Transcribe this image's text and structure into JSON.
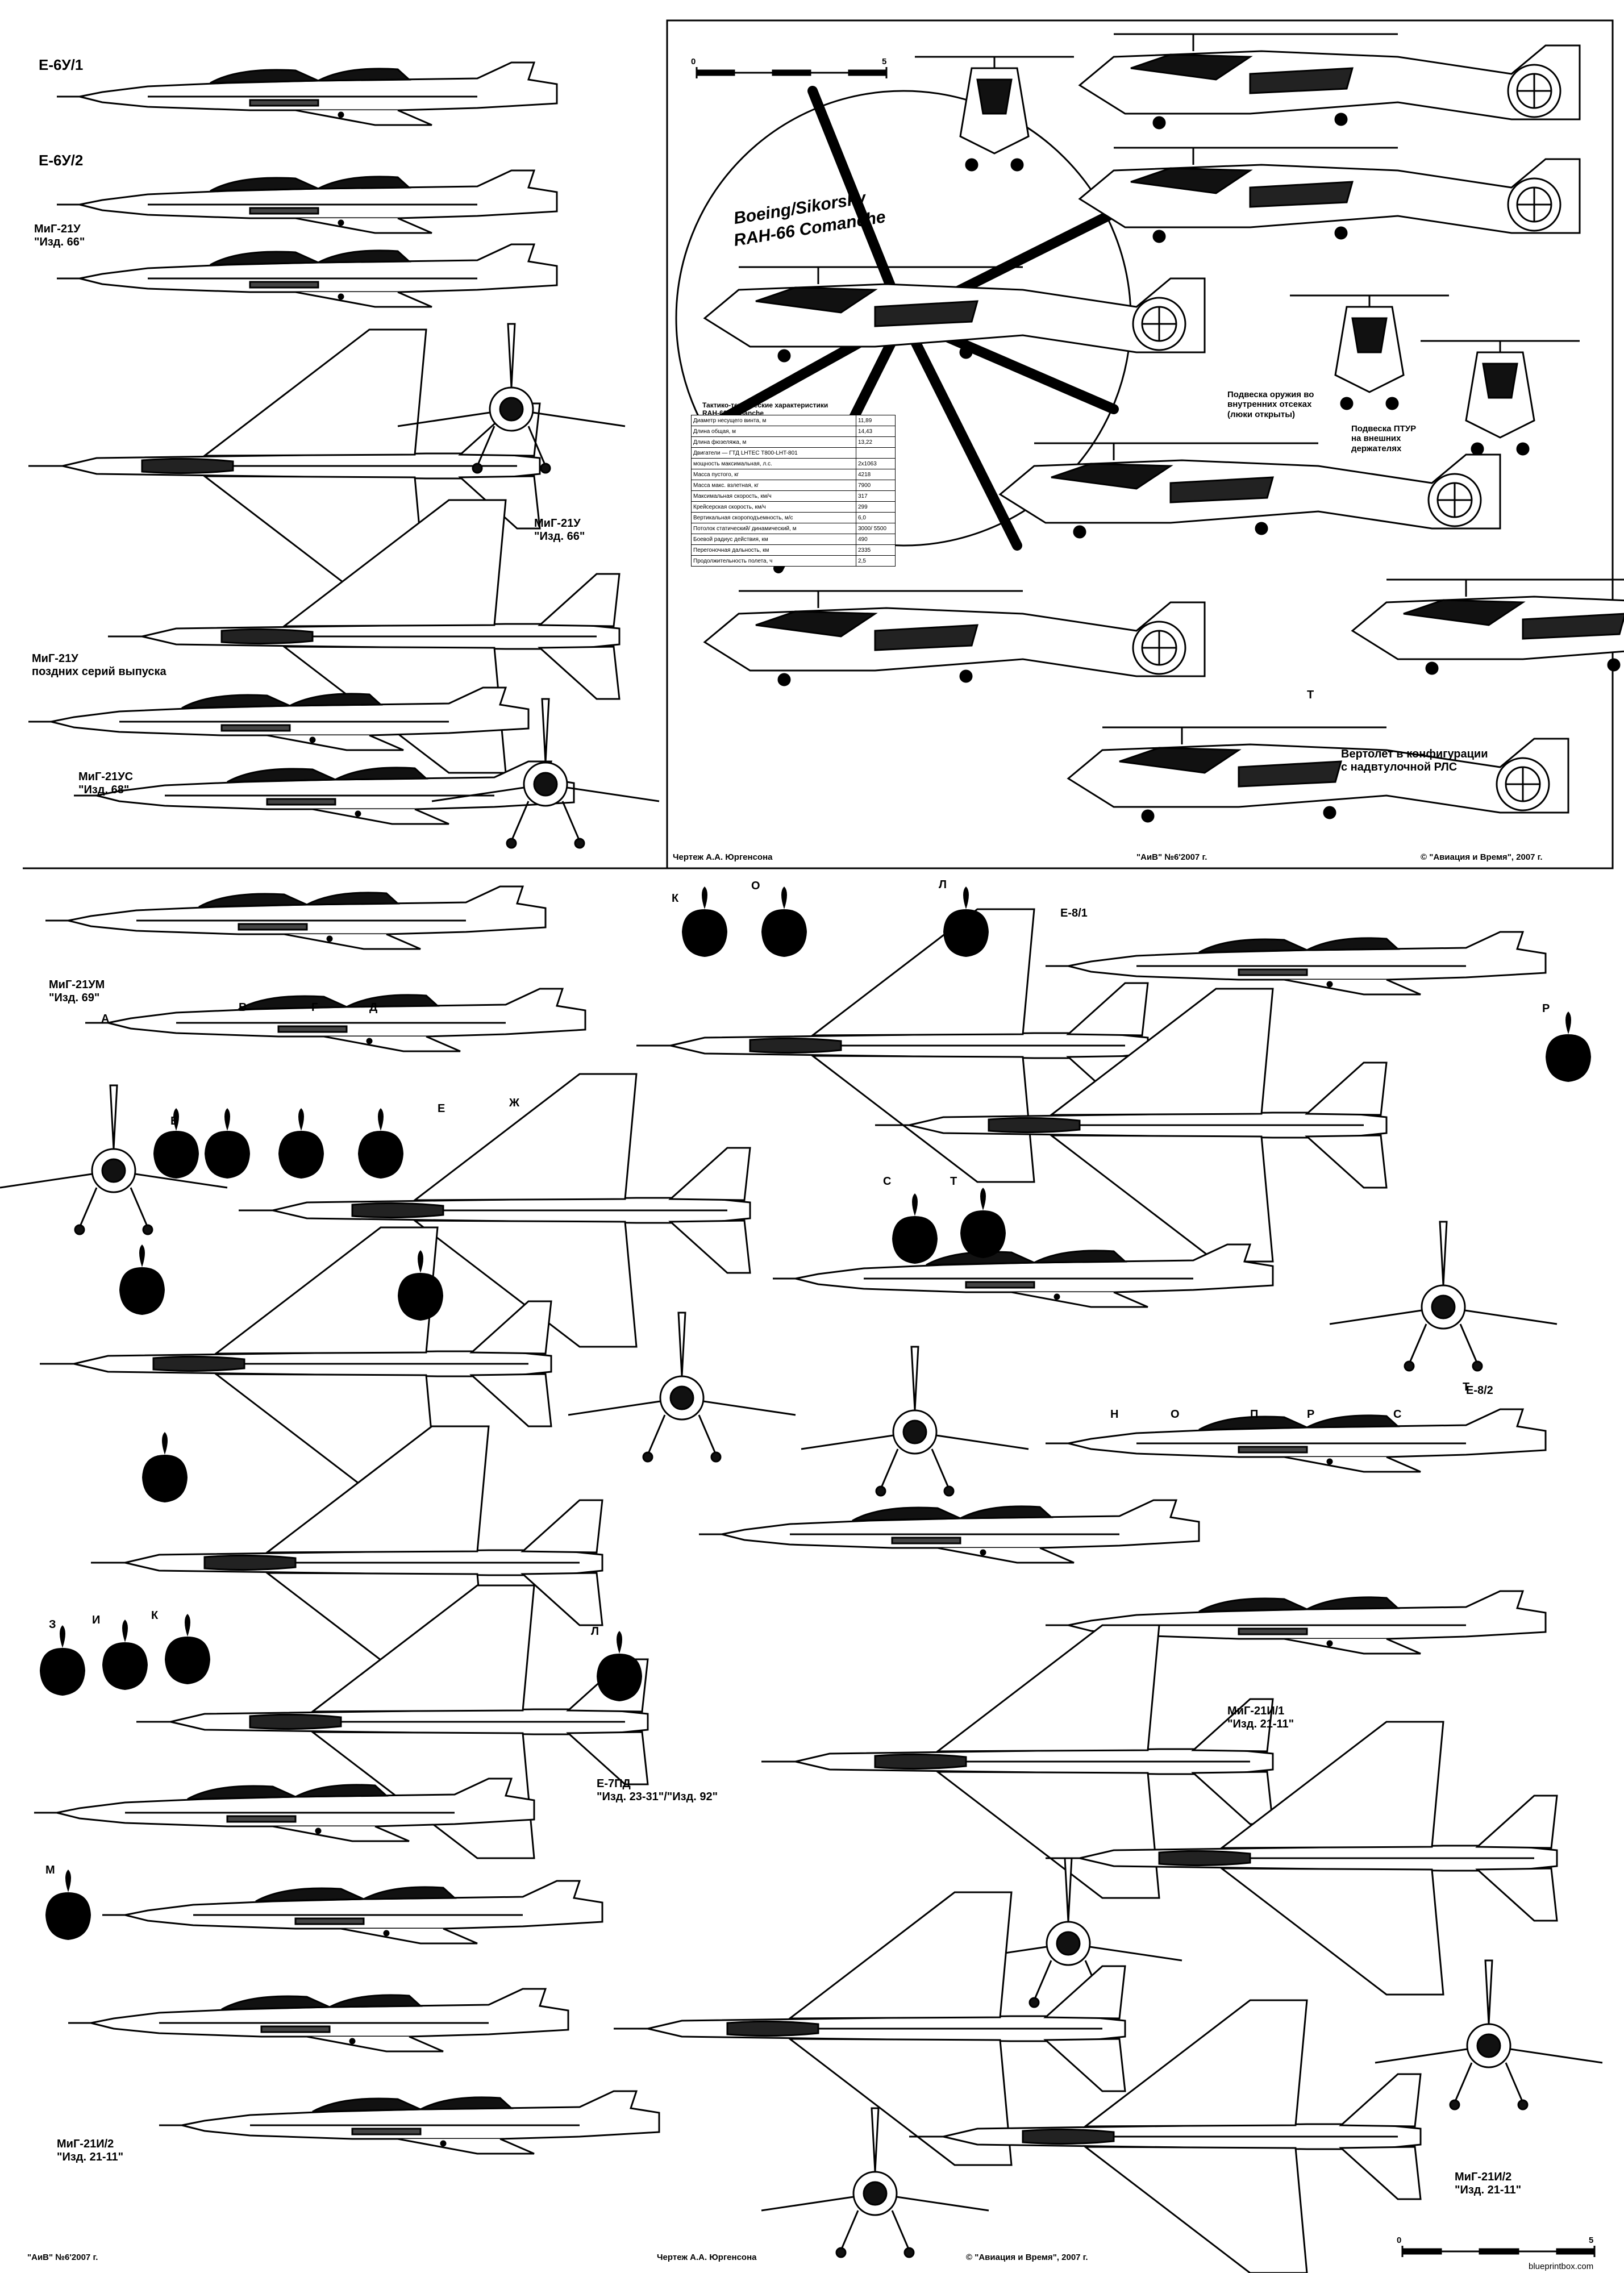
{
  "sheet": {
    "watermark": "blueprintbox.com",
    "colors": {
      "ink": "#000000",
      "paper": "#ffffff"
    }
  },
  "helicopter_panel": {
    "title_line1": "Boeing/Sikorsky",
    "title_line2": "RAH-66 Comanche",
    "scale_start": "0",
    "scale_end": "5",
    "table_title_line1": "Тактико-технические характеристики",
    "table_title_line2": "RAH-66 Comanche",
    "specs": [
      {
        "label": "Диаметр несущего винта, м",
        "value": "11,89"
      },
      {
        "label": "Длина общая, м",
        "value": "14,43"
      },
      {
        "label": "Длина фюзеляжа, м",
        "value": "13,22"
      },
      {
        "label": "Двигатели — ГТД LHTEC T800-LHT-801",
        "value": ""
      },
      {
        "label": "мощность максимальная, л.с.",
        "value": "2x1063"
      },
      {
        "label": "Масса пустого, кг",
        "value": "4218"
      },
      {
        "label": "Масса макс. взлетная, кг",
        "value": "7900"
      },
      {
        "label": "Максимальная скорость, км/ч",
        "value": "317"
      },
      {
        "label": "Крейсерская скорость, км/ч",
        "value": "299"
      },
      {
        "label": "Вертикальная скороподъемность, м/с",
        "value": "6,0"
      },
      {
        "label": "Потолок статический/ динамический, м",
        "value": "3000/ 5500"
      },
      {
        "label": "Боевой радиус действия, км",
        "value": "490"
      },
      {
        "label": "Перегоночная дальность, км",
        "value": "2335"
      },
      {
        "label": "Продолжительность полета, ч",
        "value": "2,5"
      }
    ],
    "note_internal_bays": "Подвеска оружия во\nвнутренних отсеках\n(люки открыты)",
    "note_external_pylons": "Подвеска ПТУР\nна внешних\nдержателях",
    "note_radar": "Вертолет в конфигурации\nс надвтулочной РЛС",
    "mark_t": "Т",
    "credit_drawing": "Чертеж А.А. Юргенсона",
    "credit_issue": "\"АиВ\" №6'2007 г.",
    "credit_copyright": "© \"Авиация и Время\", 2007 г."
  },
  "upper_left_panel": {
    "label_e6u1": "Е-6У/1",
    "label_e6u2": "Е-6У/2",
    "label_mig21u_66a": "МиГ-21У\n\"Изд. 66\"",
    "label_mig21u_66b": "МиГ-21У\n\"Изд. 66\"",
    "label_mig21u_late": "МиГ-21У\nпоздних серий выпуска",
    "label_mig21us": "МиГ-21УС\n\"Изд. 68\""
  },
  "lower_panel": {
    "label_mig21um": "МиГ-21УМ\n\"Изд. 69\"",
    "label_e8_1": "Е-8/1",
    "label_e8_2": "Е-8/2",
    "label_e7pd": "Е-7ПД\n\"Изд. 23-31\"/\"Изд. 92\"",
    "label_mig21i1": "МиГ-21И/1\n\"Изд. 21-11\"",
    "label_mig21i2_left": "МиГ-21И/2\n\"Изд. 21-11\"",
    "label_mig21i2_right": "МиГ-21И/2\n\"Изд. 21-11\"",
    "section_letters_top": [
      "А",
      "Б",
      "В",
      "Г",
      "Д",
      "Е",
      "Ж"
    ],
    "section_letters_bottom": [
      "З",
      "И",
      "К",
      "Л",
      "М"
    ],
    "section_letters_e8": [
      "К",
      "О",
      "Л",
      "Н",
      "О",
      "П",
      "Р",
      "С",
      "Т",
      "Р",
      "С",
      "Т"
    ],
    "credit_issue": "\"АиВ\" №6'2007 г.",
    "credit_drawing": "Чертеж А.А. Юргенсона",
    "credit_copyright": "© \"Авиация и Время\", 2007 г.",
    "scale_start": "0",
    "scale_end": "5"
  }
}
